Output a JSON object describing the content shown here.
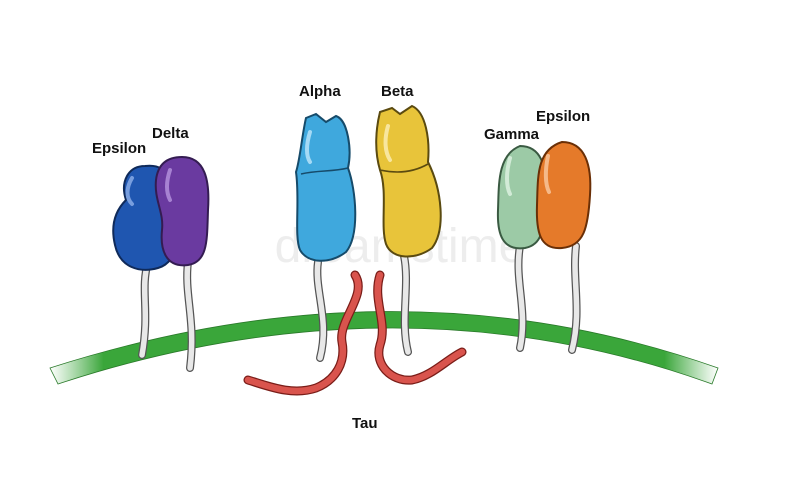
{
  "labels": {
    "epsilon_left": "Epsilon",
    "delta": "Delta",
    "alpha": "Alpha",
    "beta": "Beta",
    "gamma": "Gamma",
    "epsilon_right": "Epsilon",
    "tau": "Tau"
  },
  "colors": {
    "membrane": "#3aa63a",
    "epsilon_left": "#1f56b0",
    "delta": "#6a3aa0",
    "alpha": "#3fa8dd",
    "beta": "#e8c43a",
    "gamma": "#9ccaa6",
    "epsilon_right": "#e57a2a",
    "tau": "#d9544d",
    "anchor": "#e8e8e8"
  },
  "watermark": "dreamstime"
}
